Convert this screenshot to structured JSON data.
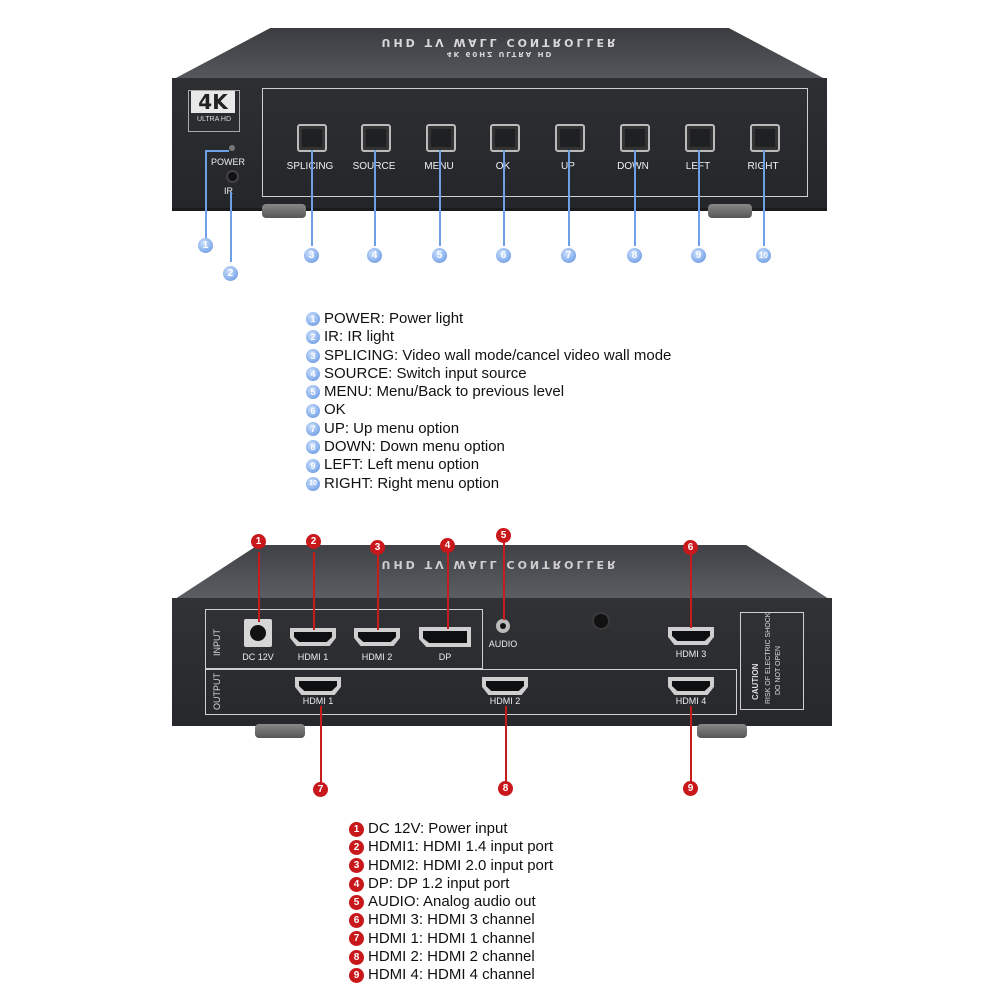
{
  "front": {
    "top_title": "UHD TV WALL CONTROLLER",
    "top_subtitle": "4K 60HZ ULTRA HD",
    "logo_main": "4K",
    "logo_sub": "ULTRA HD",
    "power_label": "POWER",
    "ir_label": "IR",
    "buttons": [
      "SPLICING",
      "SOURCE",
      "MENU",
      "OK",
      "UP",
      "DOWN",
      "LEFT",
      "RIGHT"
    ],
    "callout_numbers": [
      "1",
      "2",
      "3",
      "4",
      "5",
      "6",
      "7",
      "8",
      "9",
      "10"
    ]
  },
  "front_legend": [
    {
      "num": "1",
      "text": "POWER: Power light"
    },
    {
      "num": "2",
      "text": "IR: IR light"
    },
    {
      "num": "3",
      "text": "SPLICING: Video wall mode/cancel video wall mode"
    },
    {
      "num": "4",
      "text": "SOURCE: Switch input source"
    },
    {
      "num": "5",
      "text": "MENU: Menu/Back to previous level"
    },
    {
      "num": "6",
      "text": "OK"
    },
    {
      "num": "7",
      "text": "UP: Up menu option"
    },
    {
      "num": "8",
      "text": "DOWN: Down menu option"
    },
    {
      "num": "9",
      "text": "LEFT: Left menu option"
    },
    {
      "num": "10",
      "text": "RIGHT: Right menu option"
    }
  ],
  "back": {
    "top_title": "UHD TV WALL CONTROLLER",
    "input_label": "INPUT",
    "output_label": "OUTPUT",
    "ports": {
      "dc": "DC 12V",
      "in_hdmi1": "HDMI 1",
      "in_hdmi2": "HDMI 2",
      "dp": "DP",
      "audio": "AUDIO",
      "out_hdmi3": "HDMI 3",
      "out_hdmi1": "HDMI 1",
      "out_hdmi2": "HDMI 2",
      "out_hdmi4": "HDMI 4"
    },
    "caution_title": "CAUTION",
    "caution_line1": "RISK OF ELECTRIC SHOCK",
    "caution_line2": "DO NOT OPEN",
    "callout_numbers": [
      "1",
      "2",
      "3",
      "4",
      "5",
      "6",
      "7",
      "8",
      "9"
    ]
  },
  "back_legend": [
    {
      "num": "1",
      "text": "DC 12V: Power input"
    },
    {
      "num": "2",
      "text": "HDMI1: HDMI 1.4 input port"
    },
    {
      "num": "3",
      "text": "HDMI2: HDMI 2.0 input port"
    },
    {
      "num": "4",
      "text": "DP: DP 1.2 input port"
    },
    {
      "num": "5",
      "text": "AUDIO: Analog audio out"
    },
    {
      "num": "6",
      "text": "HDMI 3: HDMI 3 channel"
    },
    {
      "num": "7",
      "text": "HDMI 1: HDMI 1 channel"
    },
    {
      "num": "8",
      "text": "HDMI 2: HDMI 2 channel"
    },
    {
      "num": "9",
      "text": "HDMI 4: HDMI 4 channel"
    }
  ],
  "colors": {
    "front_callout": "#8db4ee",
    "back_callout": "#c8181c",
    "device_body": "#2a2c30"
  }
}
